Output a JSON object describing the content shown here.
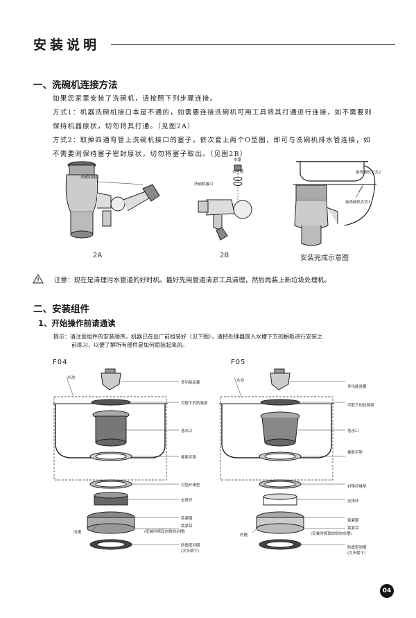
{
  "page_title": "安装说明",
  "section1": {
    "heading": "一、洗碗机连接方法",
    "intro": "如果您家里安装了洗碗机，请按照下列步骤连接。",
    "method1_line1": "方式1：机器洗碗机接口本是不通的，如需要连接洗碗机可用工具将其打通进行连接，如不需要则",
    "method1_line2": "保持机器原状，切勿将其打通。（见图2A）",
    "method2_line1": "方式2：取掉四通弯管上洗碗机接口的塞子，依次套上两个O型圈，即可与洗碗机排水管连接，如",
    "method2_line2": "不需要则保持塞子密封原状，切勿将塞子取出。（见图2B）",
    "fig_labels": {
      "a_port": "洗碗机接口",
      "b_plug": "水塞",
      "b_oring": "O型圈",
      "b_port": "洗碗机接口",
      "c_m2": "接洗碗机方式2",
      "c_m1": "接洗碗机方式1"
    },
    "captions": [
      "2A",
      "2B",
      "安装完成示意图"
    ]
  },
  "warning": {
    "icon": "warning-triangle-icon",
    "text": "注意：现在是清理污水管道的好时机。最好先用管道清淤工具清理，然后再装上新垃圾处理机。"
  },
  "section2": {
    "heading": "二、安装组件",
    "sub_heading": "1、开始操作前请通读",
    "tip_line1": "提示：请注意组件的安装顺序。机器已在出厂前组装好（见下图），请把处理器放入水槽下方的橱柜进行安装之",
    "tip_line2": "前练习，以便了解所有部件是如何组装起来的。"
  },
  "figures": [
    {
      "model": "F04",
      "sink_label": "水池",
      "inner_label": "内槽",
      "parts": [
        "多功能盆塞",
        "可取下的防溅罩",
        "落水口",
        "橡胶平垫",
        "衬垫纤维垫",
        "支撑环",
        "锁紧圈",
        "锁紧耳",
        "(安装时将耳向侧向水槽)",
        "防震密封圈",
        "(大头朝下)"
      ]
    },
    {
      "model": "F05",
      "sink_label": "水池",
      "inner_label": "内槽",
      "parts": [
        "多功能盆塞",
        "可取下的防溅罩",
        "落水口",
        "橡胶平垫",
        "衬垫纤维垫",
        "支撑环",
        "锁紧圈",
        "锁紧耳",
        "(安装时将耳向侧向水槽)",
        "防震密封圈",
        "(大头朝下)"
      ]
    }
  ],
  "page_number": "04"
}
